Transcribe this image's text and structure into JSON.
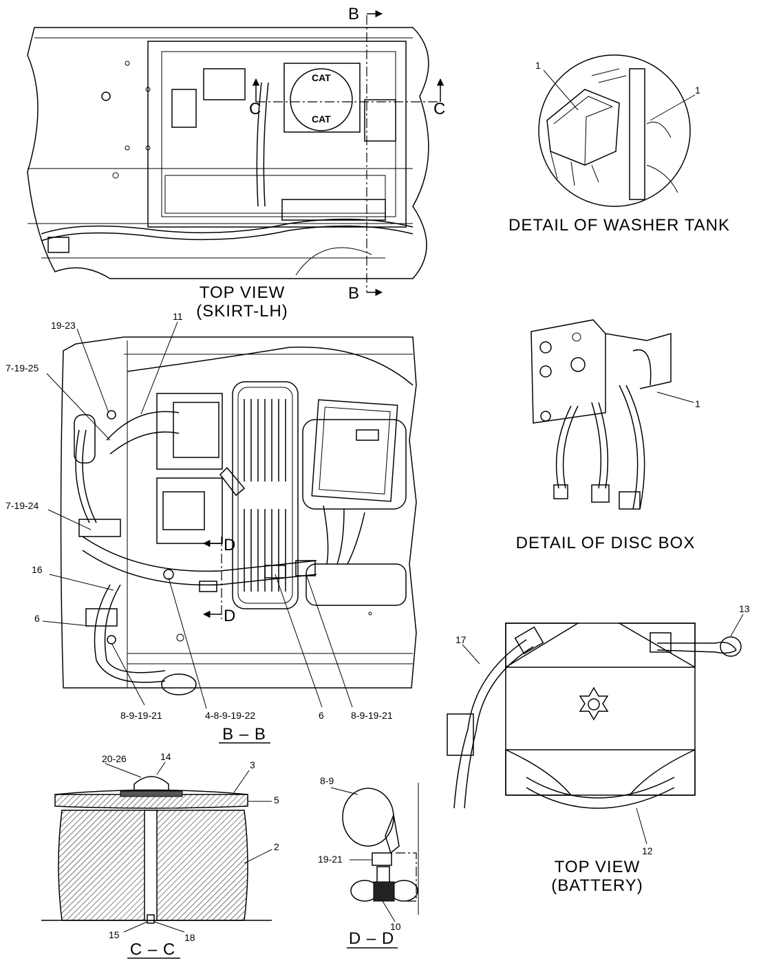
{
  "views": {
    "top_view_skirt": {
      "line1": "TOP VIEW",
      "line2": "(SKIRT-LH)"
    },
    "washer_tank": {
      "caption": "DETAIL OF WASHER TANK"
    },
    "disc_box": {
      "caption": "DETAIL OF DISC BOX"
    },
    "section_bb": {
      "caption": "B – B"
    },
    "section_cc": {
      "caption": "C – C"
    },
    "section_dd": {
      "caption": "D – D"
    },
    "battery": {
      "line1": "TOP VIEW",
      "line2": "(BATTERY)"
    }
  },
  "section_markers": {
    "b": "B",
    "c": "C",
    "d": "D"
  },
  "callouts": {
    "washer_1a": "1",
    "washer_1b": "1",
    "disc_1": "1",
    "bb_19_23": "19-23",
    "bb_11": "11",
    "bb_7_19_25": "7-19-25",
    "bb_7_19_24": "7-19-24",
    "bb_16": "16",
    "bb_6_left": "6",
    "bb_8_9_19_21_left": "8-9-19-21",
    "bb_4_8_9_19_22": "4-8-9-19-22",
    "bb_6_mid": "6",
    "bb_8_9_19_21_right": "8-9-19-21",
    "cc_20_26": "20-26",
    "cc_14": "14",
    "cc_3": "3",
    "cc_5": "5",
    "cc_2": "2",
    "cc_15": "15",
    "cc_18": "18",
    "dd_8_9": "8-9",
    "dd_19_21": "19-21",
    "dd_10": "10",
    "bat_13": "13",
    "bat_17": "17",
    "bat_12": "12"
  },
  "logo_text": "CAT"
}
